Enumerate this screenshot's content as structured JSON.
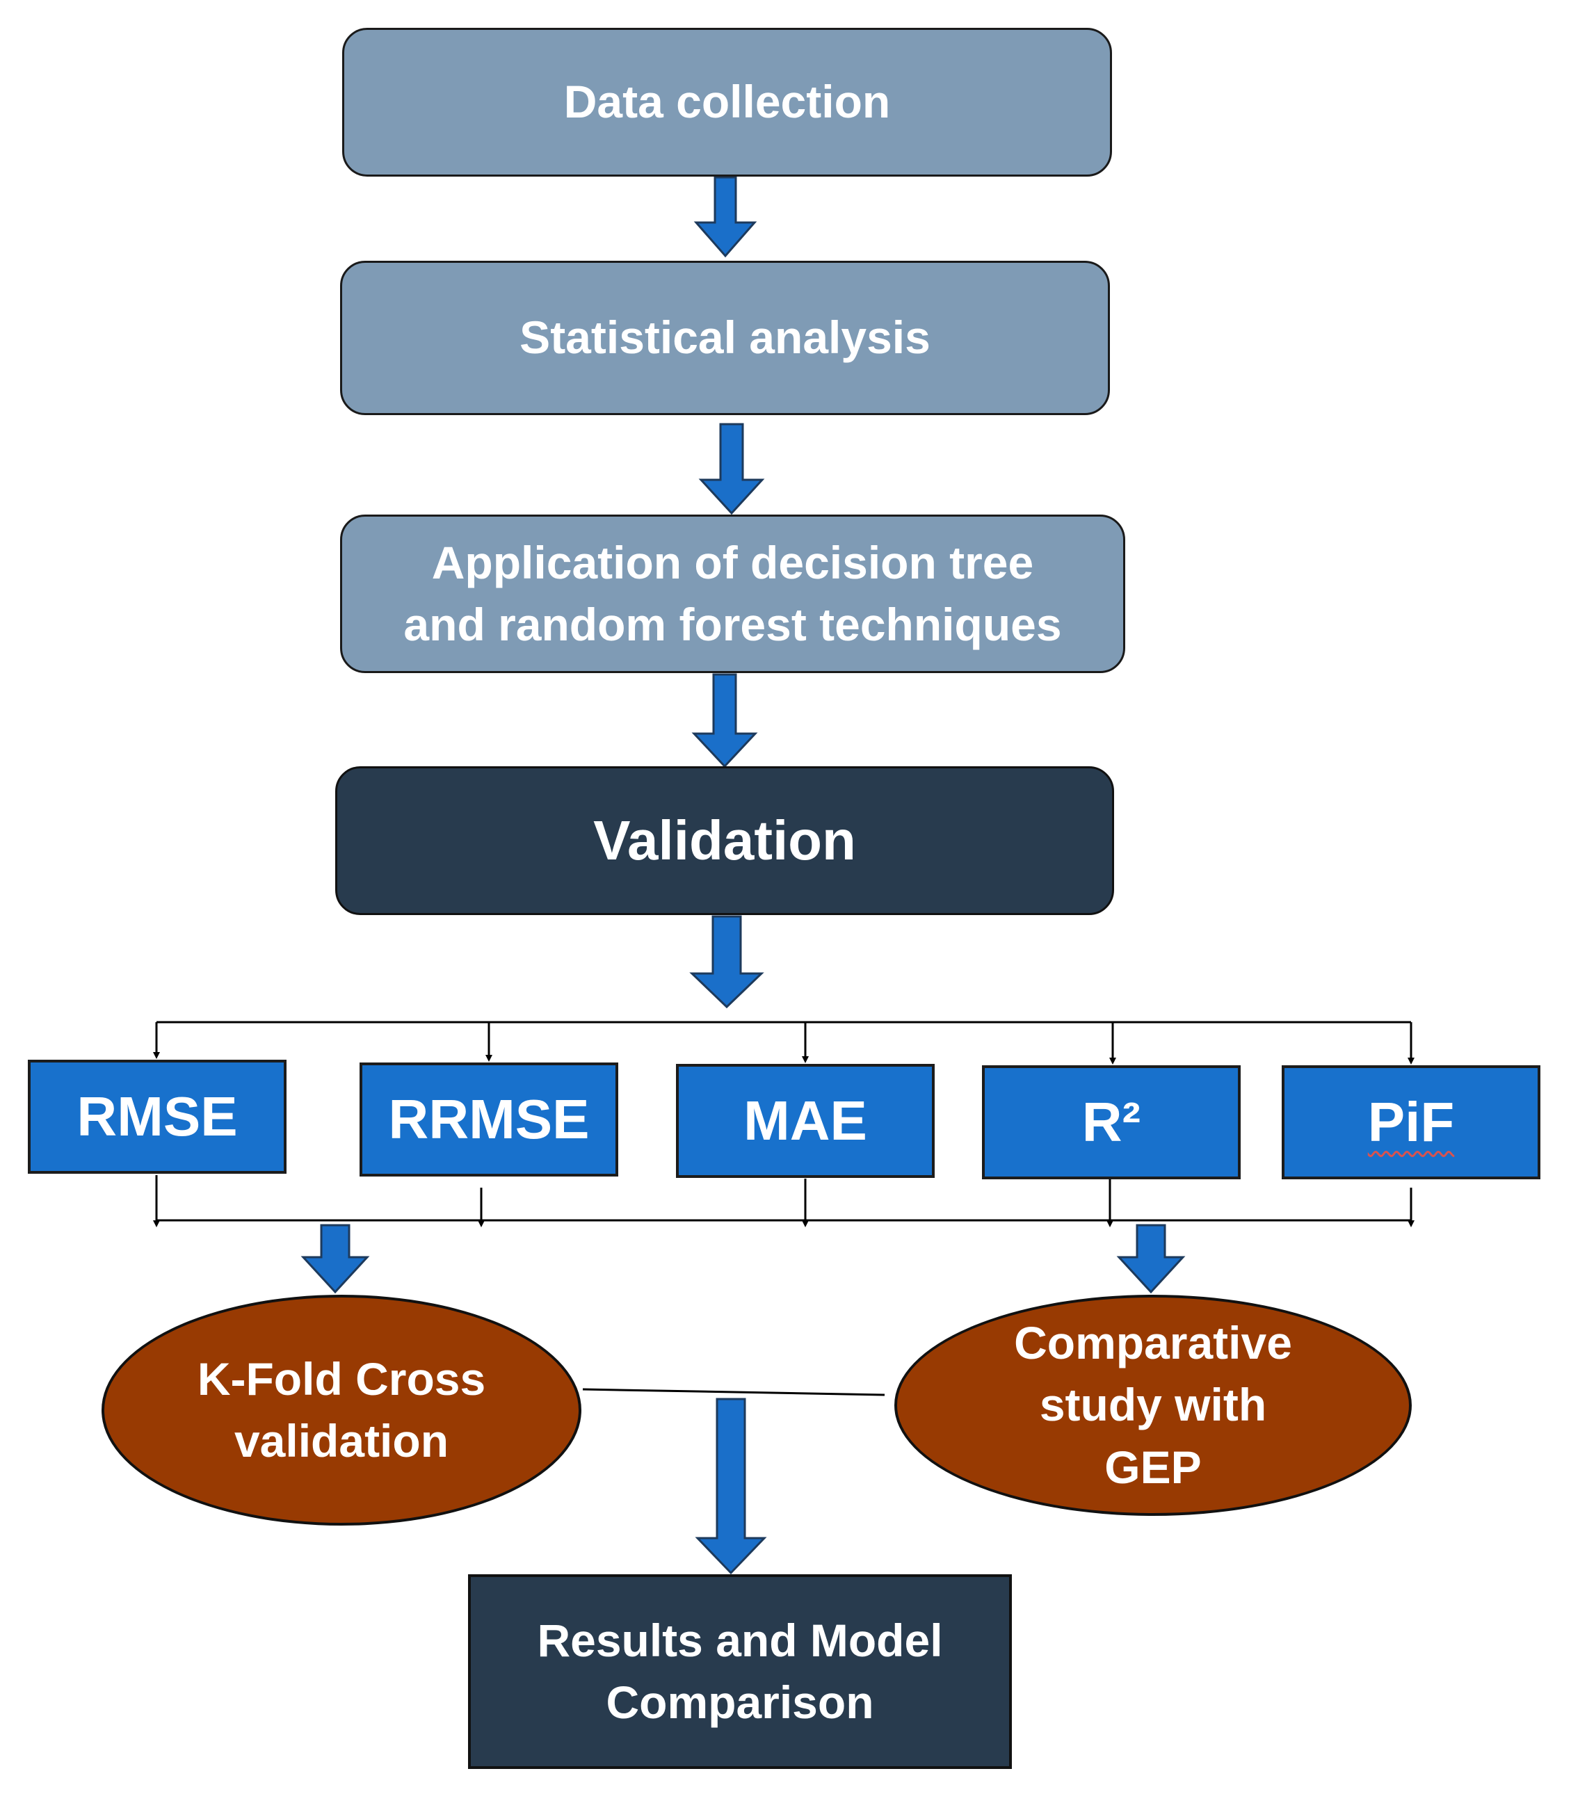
{
  "steps": {
    "data_collection": "Data collection",
    "statistical_analysis": "Statistical analysis",
    "application_line1": "Application of decision tree",
    "application_line2": "and random forest techniques",
    "validation": "Validation"
  },
  "metrics": {
    "rmse": "RMSE",
    "rrmse": "RRMSE",
    "mae": "MAE",
    "r2": "R²",
    "pif": "PiF"
  },
  "methods": {
    "kfold_line1": "K-Fold Cross",
    "kfold_line2": "validation",
    "gep_line1": "Comparative",
    "gep_line2": "study with",
    "gep_line3": "GEP"
  },
  "result": {
    "line1": "Results and Model",
    "line2": "Comparison"
  },
  "colors": {
    "step_fill": "#7f9bb5",
    "validation_fill": "#283b4e",
    "metric_fill": "#1871cc",
    "ellipse_fill": "#983a02",
    "arrow_fill": "#1a6fc9"
  }
}
